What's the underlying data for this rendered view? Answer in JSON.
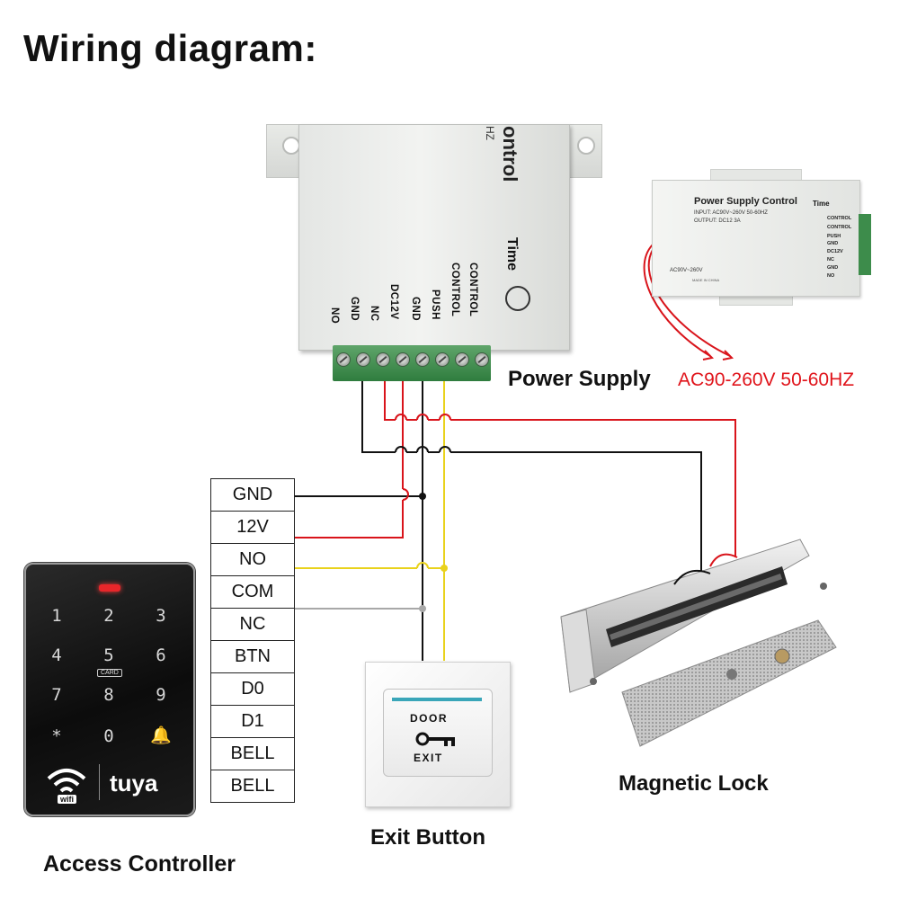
{
  "title": "Wiring diagram:",
  "power_supply_main": {
    "label": "ontrol",
    "hz": "HZ",
    "time_logo": "Time",
    "terminals": [
      "CONTROL",
      "CONTROL",
      "PUSH",
      "GND",
      "DC12V",
      "NC",
      "GND",
      "NO"
    ]
  },
  "power_supply_small": {
    "title": "Power Supply Control",
    "input": "INPUT: AC90V~260V 50-60HZ",
    "output": "OUTPUT: DC12 3A",
    "time_logo": "Time",
    "ac": "AC90V~260V",
    "made_in": "MADE IN CHINA",
    "terminals": [
      "CONTROL",
      "CONTROL",
      "PUSH",
      "GND",
      "DC12V",
      "NC",
      "GND",
      "NO"
    ]
  },
  "labels": {
    "power_supply": "Power Supply",
    "ac_input": "AC90-260V 50-60HZ",
    "access_controller": "Access Controller",
    "exit_button": "Exit Button",
    "magnetic_lock": "Magnetic Lock"
  },
  "access_terminals": [
    "GND",
    "12V",
    "NO",
    "COM",
    "NC",
    "BTN",
    "D0",
    "D1",
    "BELL",
    "BELL"
  ],
  "keypad": {
    "keys": [
      "1",
      "2",
      "3",
      "4",
      "5",
      "6",
      "7",
      "8",
      "9",
      "*",
      "0",
      "bell-icon"
    ],
    "card": "CARD",
    "wifi": "wifi",
    "brand": "tuya"
  },
  "exit_button": {
    "door": "DOOR",
    "exit": "EXIT"
  },
  "wire_colors": {
    "black": "#111111",
    "red": "#d9141b",
    "yellow": "#e9d21c",
    "gray": "#a8a8a8"
  }
}
